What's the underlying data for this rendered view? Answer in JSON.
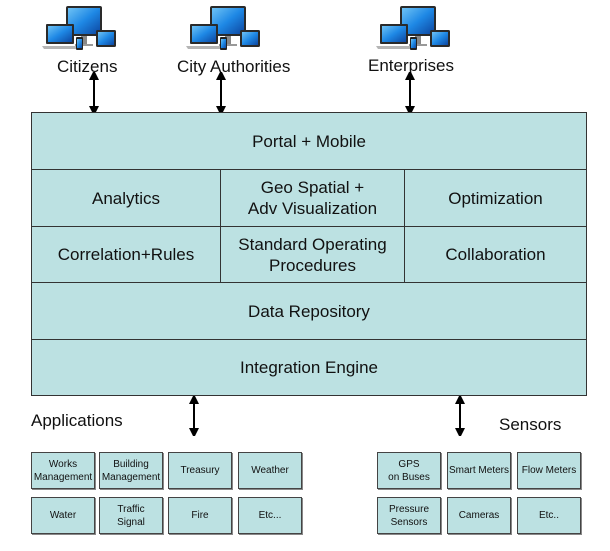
{
  "actors": [
    {
      "label": "Citizens",
      "icon": "devices-icon"
    },
    {
      "label": "City Authorities",
      "icon": "devices-icon"
    },
    {
      "label": "Enterprises",
      "icon": "devices-icon"
    }
  ],
  "layers": {
    "portal": "Portal + Mobile",
    "row2": [
      "Analytics",
      "Geo Spatial +\nAdv Visualization",
      "Optimization"
    ],
    "row3": [
      "Correlation+Rules",
      "Standard Operating\nProcedures",
      "Collaboration"
    ],
    "data_repository": "Data Repository",
    "integration_engine": "Integration Engine"
  },
  "applications": {
    "label": "Applications",
    "items": [
      "Works\nManagement",
      "Building\nManagement",
      "Treasury",
      "Weather",
      "Water",
      "Traffic\nSignal",
      "Fire",
      "Etc..."
    ]
  },
  "sensors": {
    "label": "Sensors",
    "items": [
      "GPS\non Buses",
      "Smart Meters",
      "Flow Meters",
      "Pressure\nSensors",
      "Cameras",
      "Etc.."
    ]
  },
  "colors": {
    "box_fill": "#bce1e2",
    "border": "#333333",
    "arrow": "#000000"
  }
}
